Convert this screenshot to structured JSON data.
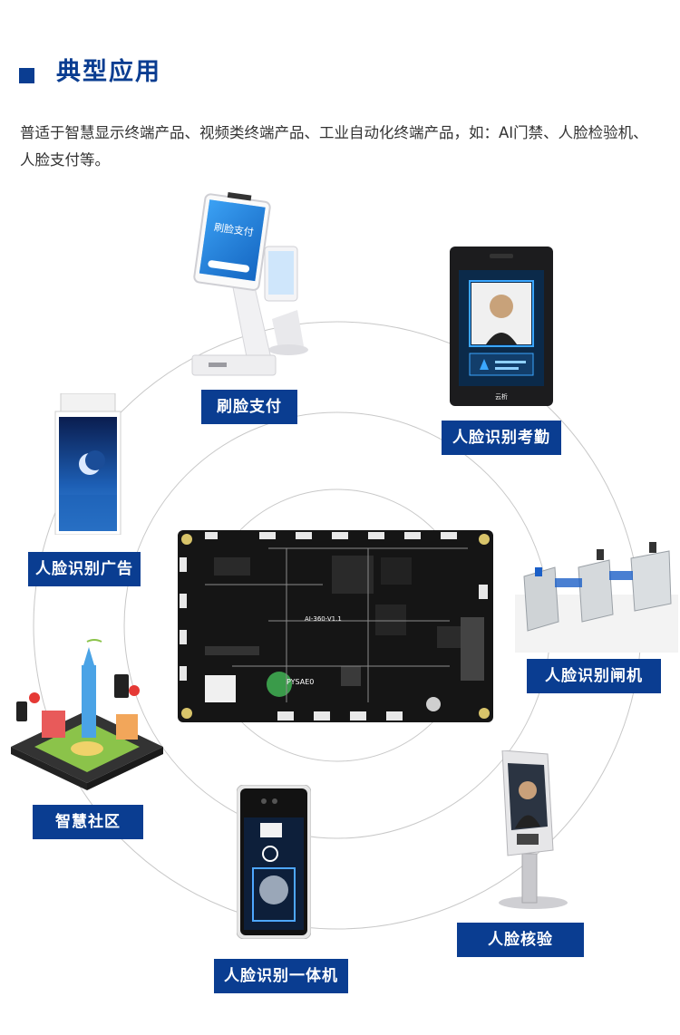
{
  "section": {
    "title": "典型应用",
    "description": "普适于智慧显示终端产品、视频类终端产品、工业自动化终端产品，如：AI门禁、人脸检验机、人脸支付等。"
  },
  "kiosk": {
    "screen_title": "刷脸支付"
  },
  "attendance": {
    "brand": "云析"
  },
  "board": {
    "chip_text": "PYSAE0",
    "model_text": "AI-360-V1.1"
  },
  "labels": {
    "face_pay": "刷脸支付",
    "face_attendance": "人脸识别考勤",
    "face_ad": "人脸识别广告",
    "face_gate": "人脸识别闸机",
    "smart_community": "智慧社区",
    "face_verify": "人脸核验",
    "face_all_in_one": "人脸识别一体机"
  },
  "colors": {
    "brand_blue": "#0a3d91",
    "ring": "#c8c8c8"
  }
}
